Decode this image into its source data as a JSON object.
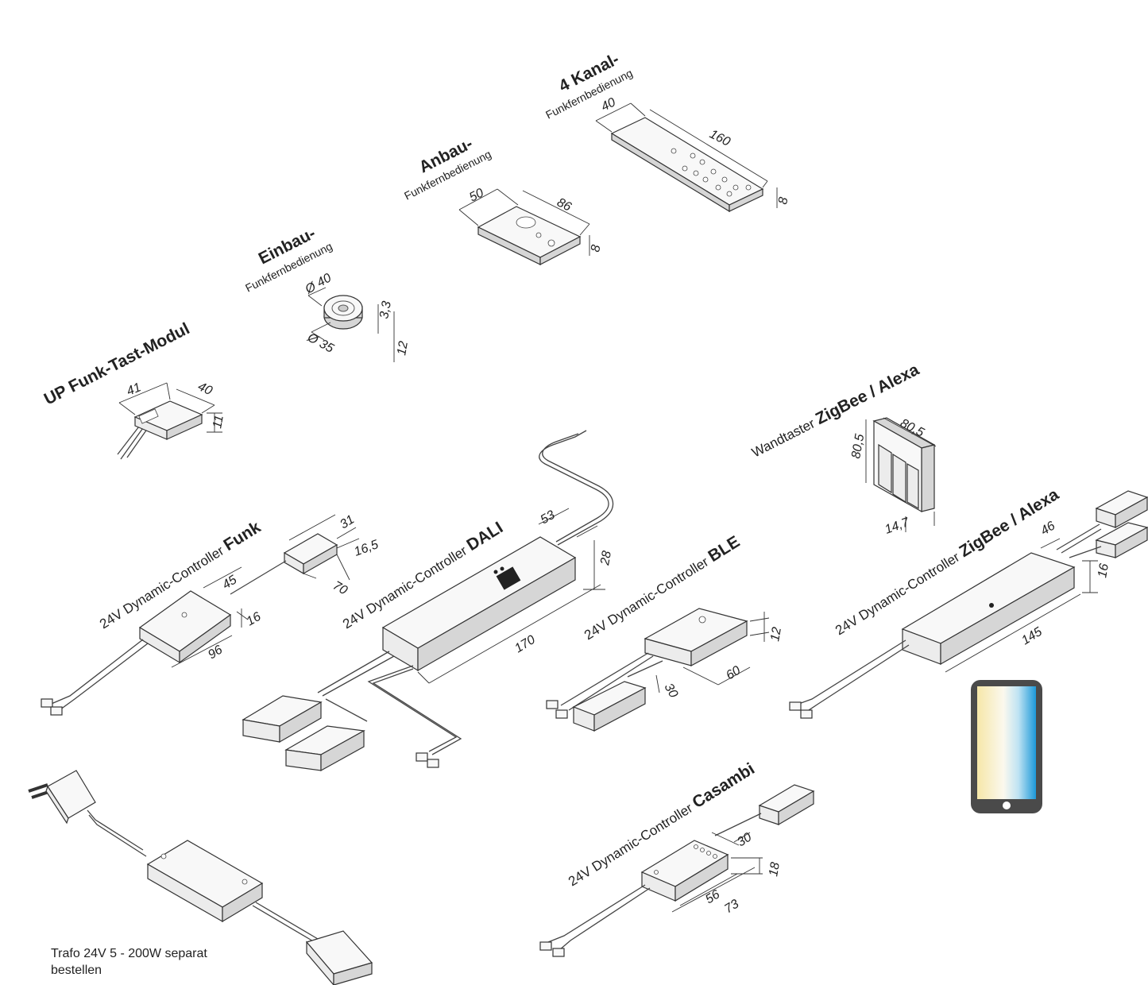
{
  "products": {
    "up_funk": {
      "title": "UP Funk-Tast-Modul",
      "dims": [
        "41",
        "40",
        "11"
      ]
    },
    "einbau": {
      "title": "Einbau-",
      "subtitle": "Funkfernbedienung",
      "dims": [
        "Ø 40",
        "3,3",
        "Ø 35",
        "12"
      ]
    },
    "anbau": {
      "title": "Anbau-",
      "subtitle": "Funkfernbedienung",
      "dims": [
        "50",
        "86",
        "8"
      ]
    },
    "kanal4": {
      "title": "4 Kanal-",
      "subtitle": "Funkfernbedienung",
      "dims": [
        "40",
        "160",
        "8"
      ]
    },
    "wandtaster": {
      "prefix": "Wandtaster ",
      "title": "ZigBee / Alexa",
      "dims": [
        "80,5",
        "80,5",
        "14,7"
      ]
    },
    "ctrl_funk": {
      "prefix": "24V Dynamic-Controller ",
      "name": "Funk",
      "dims": [
        "31",
        "16,5",
        "70",
        "45",
        "16",
        "96"
      ]
    },
    "ctrl_dali": {
      "prefix": "24V Dynamic-Controller ",
      "name": "DALI",
      "dims": [
        "53",
        "28",
        "170"
      ]
    },
    "ctrl_ble": {
      "prefix": "24V Dynamic-Controller ",
      "name": "BLE",
      "dims": [
        "12",
        "60",
        "30"
      ]
    },
    "ctrl_zigbee": {
      "prefix": "24V Dynamic-Controller ",
      "name": "ZigBee / Alexa",
      "dims": [
        "46",
        "16",
        "145"
      ]
    },
    "ctrl_casambi": {
      "prefix": "24V Dynamic-Controller ",
      "name": "Casambi",
      "dims": [
        "30",
        "18",
        "56",
        "73"
      ]
    }
  },
  "trafo_note": "Trafo 24V 5 - 200W separat bestellen",
  "colors": {
    "line": "#333333",
    "device_fill": "#ececec",
    "phone_frame": "#4a4a4a",
    "phone_warm": "#f3e6b0",
    "phone_cool": "#1a9ad6"
  }
}
